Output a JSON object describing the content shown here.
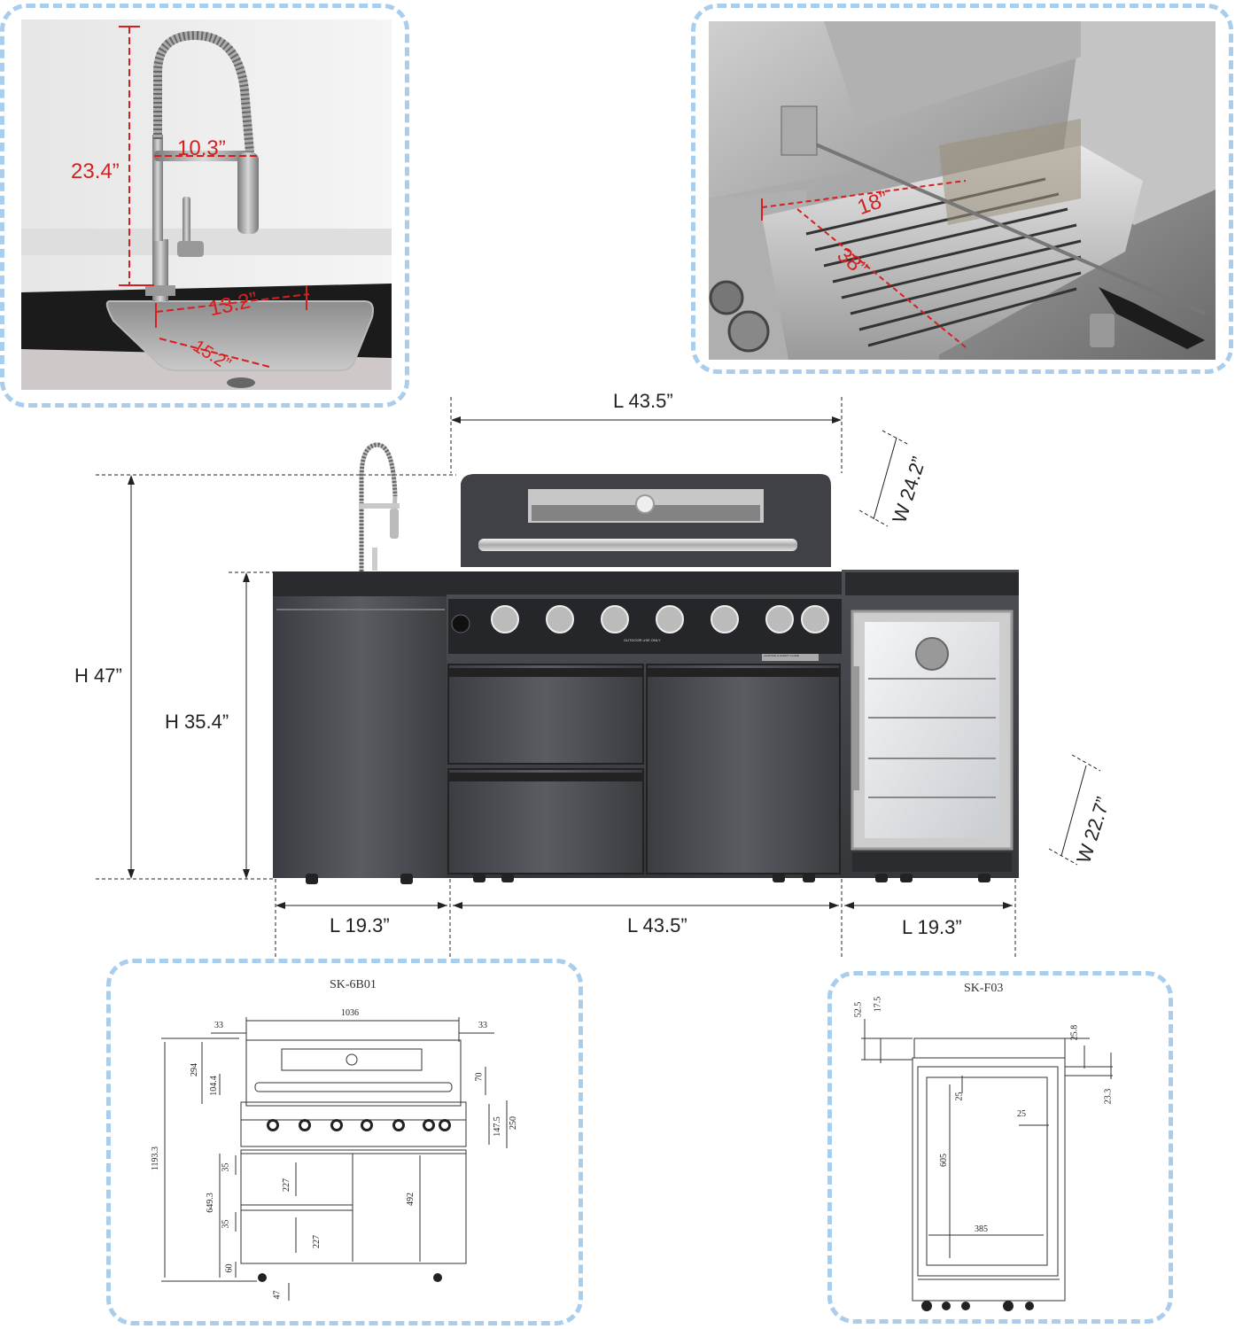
{
  "faucet_panel": {
    "dims": {
      "height": "23.4”",
      "reach": "10.3”",
      "sink_length": "13.2”",
      "sink_width": "15.2”"
    }
  },
  "grill_panel": {
    "dims": {
      "depth": "18”",
      "width": "38”"
    }
  },
  "main_diagram": {
    "top_length": "L 43.5”",
    "total_height": "H 47”",
    "counter_height": "H 35.4”",
    "grill_width": "W 24.2”",
    "fridge_width": "W 22.7”",
    "left_length": "L 19.3”",
    "center_length": "L 43.5”",
    "right_length": "L 19.3”",
    "control_text": "OUTDOOR USE ONLY",
    "plate_text": "LIGHTING & SAFETY GUIDE"
  },
  "grill_drawing": {
    "title": "SK-6B01",
    "labels": {
      "top_width": "1036",
      "left_offset": "33",
      "right_offset": "33",
      "lid_height": "294",
      "handle_gap": "104.4",
      "handle_depth": "70",
      "panel_height": "147.5",
      "front_height": "250",
      "total_height": "1193.3",
      "door_gap_top": "35",
      "drawer_height_1": "227",
      "cabinet_height": "649.3",
      "door_gap_mid": "35",
      "drawer_height_2": "227",
      "door_height": "492",
      "base_height": "60",
      "wheel_height": "47"
    }
  },
  "fridge_drawing": {
    "title": "SK-F03",
    "labels": {
      "top_margin": "52.5",
      "top_edge": "17.5",
      "right_top": "25.8",
      "right_gap": "23.3",
      "inner_top": "25",
      "inner_side": "25",
      "glass_height": "605",
      "glass_width": "385"
    }
  }
}
